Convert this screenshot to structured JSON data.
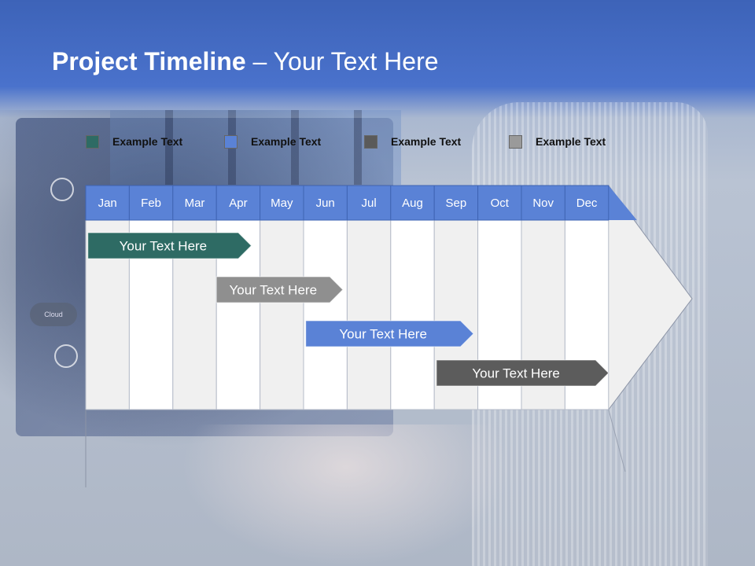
{
  "title": {
    "bold": "Project Timeline",
    "rest": " – Your Text Here"
  },
  "background_badges": {
    "cloud": "Cloud"
  },
  "legend": [
    {
      "label": "Example Text",
      "color": "#2e6b64"
    },
    {
      "label": "Example Text",
      "color": "#5a82d6"
    },
    {
      "label": "Example Text",
      "color": "#5a5a5a"
    },
    {
      "label": "Example Text",
      "color": "#9a9a9a"
    }
  ],
  "months": [
    "Jan",
    "Feb",
    "Mar",
    "Apr",
    "May",
    "Jun",
    "Jul",
    "Aug",
    "Sep",
    "Oct",
    "Nov",
    "Dec"
  ],
  "colors": {
    "header": "#5a82d6",
    "col_light": "#f0f0f0",
    "col_white": "#ffffff",
    "arrow_fill": "#f0f0f0"
  },
  "tasks": [
    {
      "label": "Your  Text Here",
      "start_month": 0.05,
      "end_month": 3.8,
      "color": "#2e6b64"
    },
    {
      "label": "Your  Text Here",
      "start_month": 3.0,
      "end_month": 5.9,
      "color": "#8f8f8f"
    },
    {
      "label": "Your  Text Here",
      "start_month": 5.05,
      "end_month": 8.9,
      "color": "#5a82d6"
    },
    {
      "label": "Your  Text Here",
      "start_month": 8.05,
      "end_month": 12.0,
      "color": "#5c5c5c"
    }
  ]
}
